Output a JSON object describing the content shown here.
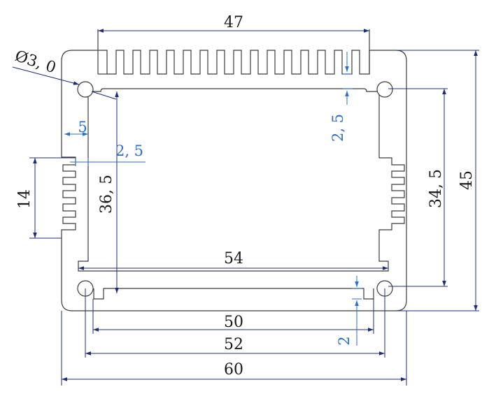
{
  "drawing": {
    "colors": {
      "outline": "#3c3c3c",
      "dim_dark": "#1b2c7a",
      "dim_blue": "#2b6fcf",
      "text_dark": "#1a1a1a"
    },
    "dims": {
      "top_width": "47",
      "hole_diameter": "Ø3, 0",
      "fin_gap_right": "2, 5",
      "wall_thickness": "5",
      "inner_offset": "2, 5",
      "left_fin_height": "14",
      "inner_height": "36, 5",
      "right_hole_spacing": "34, 5",
      "total_height": "45",
      "inner_width": "54",
      "bottom_50": "50",
      "bottom_gap": "2",
      "bottom_52": "52",
      "total_width": "60"
    }
  }
}
